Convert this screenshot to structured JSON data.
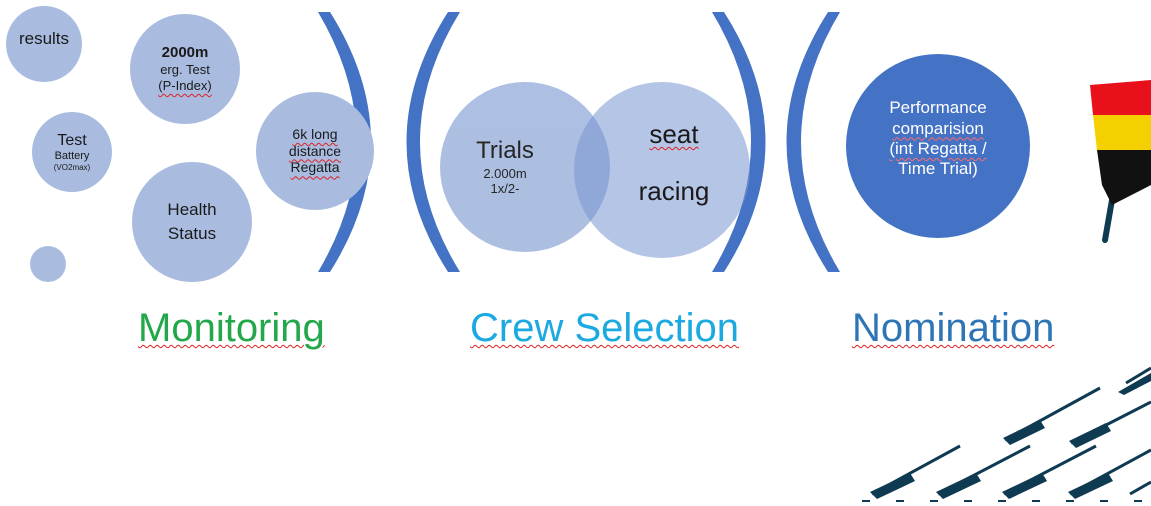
{
  "colors": {
    "light_circle": "#a9bce0",
    "dark_circle": "#4472c4",
    "bracket": "#4472c4",
    "monitoring": "#22a84a",
    "crew_selection": "#1aa9e0",
    "nomination": "#2e75b6",
    "oar_dark": "#0e3a52"
  },
  "monitoring": {
    "results": "results",
    "erg_test": {
      "line1": "2000m",
      "line2": "erg. Test",
      "line3": "(P-Index)"
    },
    "test_battery": {
      "line1": "Test",
      "line2": "Battery",
      "line3": "(VO2max)"
    },
    "long_distance": {
      "line1": "6k long",
      "line2": "distance",
      "line3": "Regatta"
    },
    "health_status": {
      "line1": "Health",
      "line2": "Status"
    },
    "title": "Monitoring"
  },
  "crew_selection": {
    "trials": {
      "line1": "Trials",
      "line2": "2.000m",
      "line3": "1x/2-"
    },
    "seat_racing": {
      "line1": "seat",
      "line2": "racing"
    },
    "title": "Crew Selection"
  },
  "nomination": {
    "performance": {
      "line1": "Performance",
      "line2": "comparision",
      "line3": "(int Regatta /",
      "line4": "Time Trial)"
    },
    "title": "Nomination"
  },
  "flag_colors": [
    "#e8101a",
    "#f5d000",
    "#111111"
  ]
}
